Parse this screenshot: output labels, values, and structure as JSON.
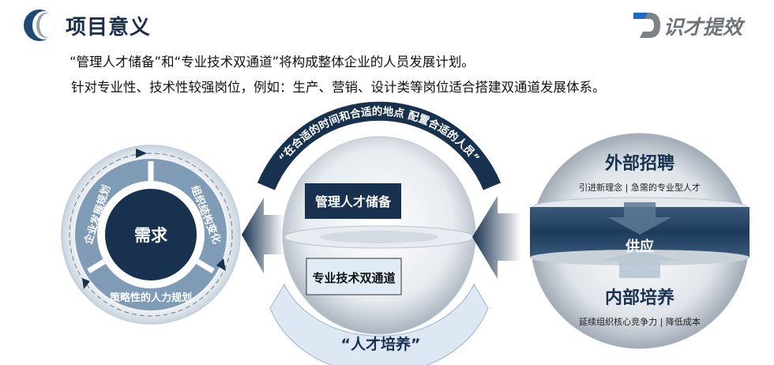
{
  "header": {
    "title": "项目意义",
    "logo_text": "识才提效"
  },
  "intro": {
    "line1": "“管理人才储备”和“专业技术双通道”将构成整体企业的人员发展计划。",
    "line2": "针对专业性、技术性较强岗位，例如：生产、营销、设计类等岗位适合搭建双通道发展体系。"
  },
  "demand": {
    "center": "需求",
    "segments": [
      "企业发展规划",
      "组织结构变化",
      "策略性的人力规划"
    ]
  },
  "middle": {
    "arc_text": "“在合适的时间和合适的地点 配置合适的人员”",
    "box_top": "管理人才储备",
    "box_bottom": "专业技术双通道",
    "bottom_label": "“人才培养”"
  },
  "supply": {
    "top_title": "外部招聘",
    "top_sub": "引进新理念 | 急需的专业型人才",
    "center": "供应",
    "bottom_title": "内部培养",
    "bottom_sub": "延续组织核心竞争力 | 降低成本"
  },
  "colors": {
    "navy": "#17314f",
    "steel": "#7f9bb6",
    "light_blue": "#dde8f4"
  }
}
